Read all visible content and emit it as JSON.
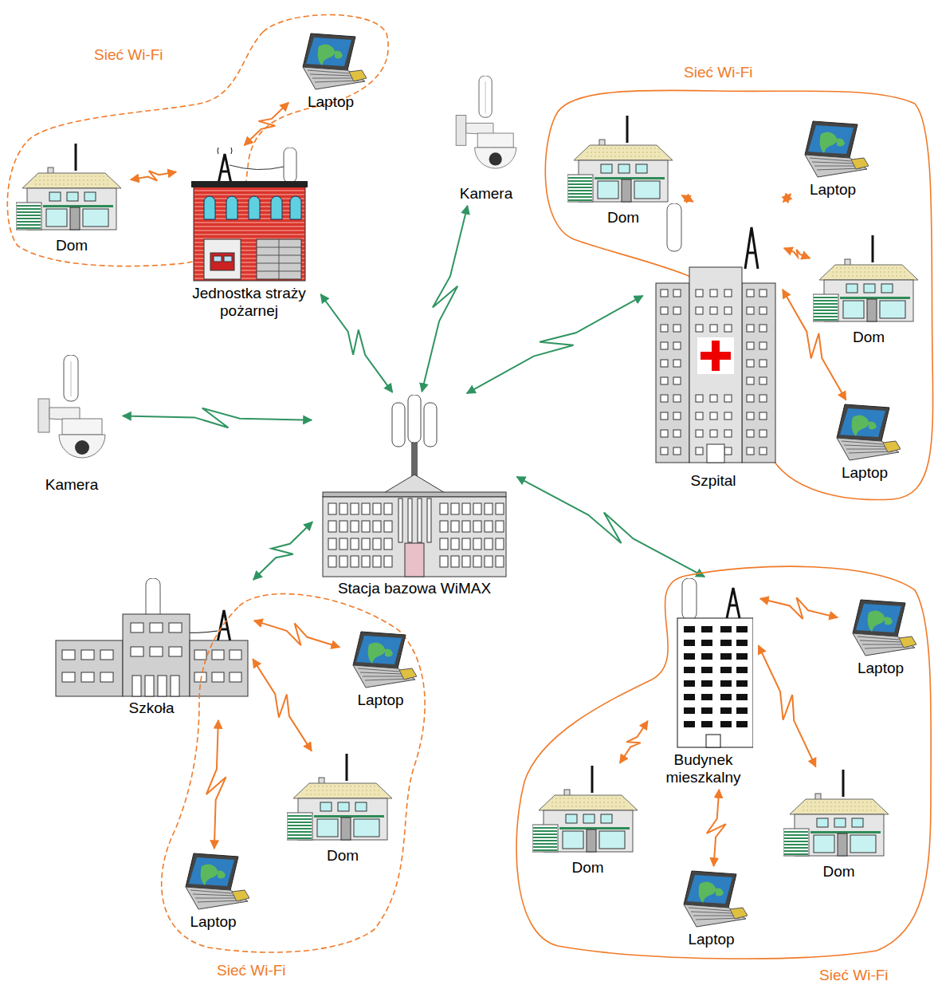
{
  "diagram": {
    "nodes": [
      {
        "text": [
          "Sieć Wi-Fi"
        ]
      },
      {
        "text": [
          "Laptop"
        ],
        "in": 0
      },
      {
        "text": [
          "Dom"
        ],
        "in": 0
      },
      {
        "text": [
          "Jednostka straży pożarnej"
        ]
      },
      {
        "text": [
          "Kamera"
        ]
      },
      {
        "text": [
          "Sieć Wi-Fi"
        ]
      },
      {
        "text": [
          "Dom"
        ],
        "in": 5
      },
      {
        "text": [
          "Laptop"
        ],
        "in": 5
      },
      {
        "text": [
          "Dom"
        ],
        "in": 5
      },
      {
        "text": [
          "Szpital"
        ]
      },
      {
        "text": [
          "Laptop"
        ],
        "in": 5
      },
      {
        "text": [
          "Kamera"
        ]
      },
      {
        "text": [
          "Stacja bazowa WiMAX"
        ]
      },
      {
        "text": [
          "Szkoła"
        ]
      },
      {
        "text": [
          "Sieć Wi-Fi"
        ]
      },
      {
        "text": [
          "Laptop"
        ],
        "in": 14
      },
      {
        "text": [
          "Dom"
        ],
        "in": 14
      },
      {
        "text": [
          "Laptop"
        ],
        "in": 14
      },
      {
        "text": [
          "Budynek mieszkalny"
        ]
      },
      {
        "text": [
          "Sieć Wi-Fi"
        ]
      },
      {
        "text": [
          "Laptop"
        ],
        "in": 19
      },
      {
        "text": [
          "Dom"
        ],
        "in": 19
      },
      {
        "text": [
          "Dom"
        ],
        "in": 19
      },
      {
        "text": [
          "Laptop"
        ],
        "in": 19
      }
    ],
    "edges": [
      {
        "from": 12,
        "to": 3,
        "arrow": "both"
      },
      {
        "from": 12,
        "to": 4,
        "arrow": "both"
      },
      {
        "from": 12,
        "to": 9,
        "arrow": "both"
      },
      {
        "from": 12,
        "to": 11,
        "arrow": "both"
      },
      {
        "from": 12,
        "to": 13,
        "arrow": "both"
      },
      {
        "from": 12,
        "to": 18,
        "arrow": "both"
      },
      {
        "from": 3,
        "to": 2,
        "arrow": "both"
      },
      {
        "from": 3,
        "to": 1,
        "arrow": "both"
      },
      {
        "from": 9,
        "to": 6,
        "arrow": "both"
      },
      {
        "from": 9,
        "to": 7,
        "arrow": "both"
      },
      {
        "from": 9,
        "to": 8,
        "arrow": "both"
      },
      {
        "from": 9,
        "to": 10,
        "arrow": "both"
      },
      {
        "from": 13,
        "to": 15,
        "arrow": "both"
      },
      {
        "from": 13,
        "to": 16,
        "arrow": "both"
      },
      {
        "from": 13,
        "to": 17,
        "arrow": "both"
      },
      {
        "from": 18,
        "to": 20,
        "arrow": "both"
      },
      {
        "from": 18,
        "to": 21,
        "arrow": "both"
      },
      {
        "from": 18,
        "to": 22,
        "arrow": "both"
      },
      {
        "from": 18,
        "to": 23,
        "arrow": "both"
      }
    ]
  }
}
